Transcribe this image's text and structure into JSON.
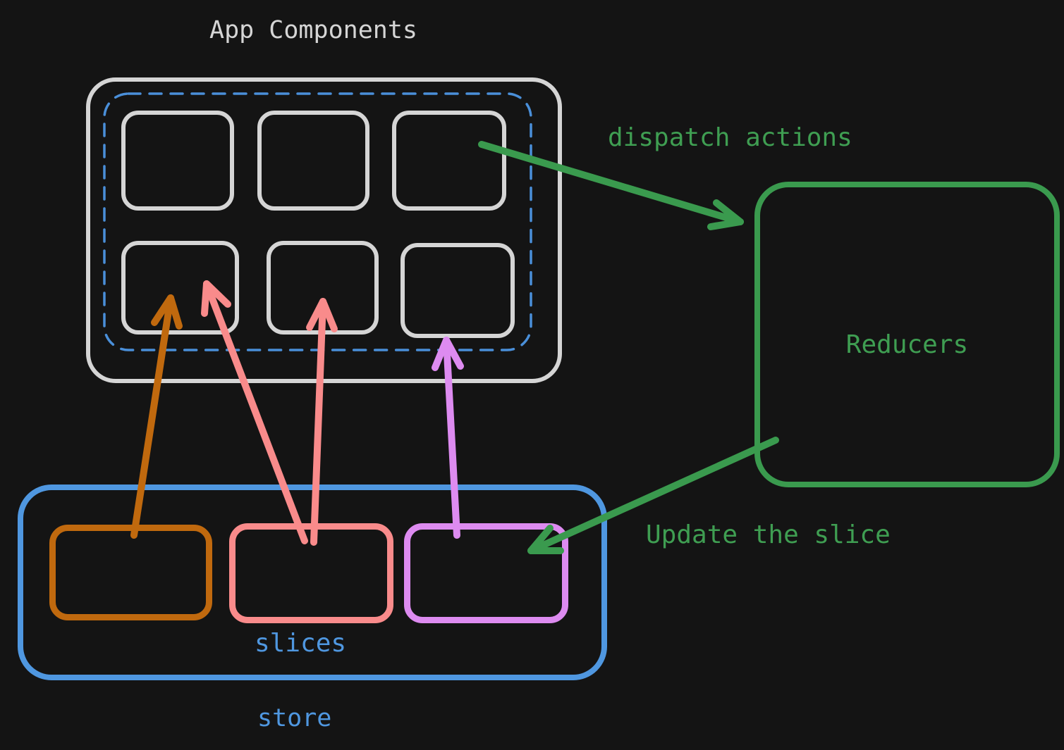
{
  "app": {
    "title": "App Components"
  },
  "reducers": {
    "label": "Reducers"
  },
  "store": {
    "label": "store",
    "slices_label": "slices"
  },
  "annotations": {
    "dispatch": "dispatch actions",
    "update": "Update the slice"
  },
  "colors": {
    "background": "#141414",
    "component_stroke": "#d5d5d5",
    "dashed": "#4a8fd9",
    "store_blue": "#4f97e0",
    "green": "#3a9a4e",
    "slice_orange": "#c0690e",
    "slice_pink": "#f98b8b",
    "slice_purple": "#dd8bf0"
  }
}
